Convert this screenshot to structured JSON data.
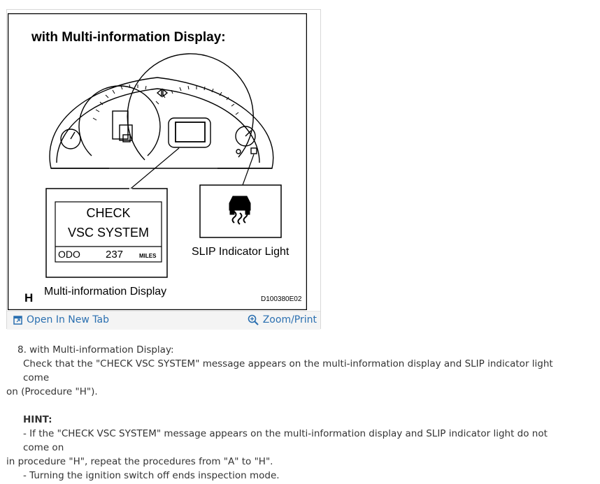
{
  "figure": {
    "heading": "with Multi-information Display:",
    "display": {
      "line1": "CHECK",
      "line2": "VSC SYSTEM",
      "odo_label": "ODO",
      "odo_value": "237",
      "odo_unit": "MILES"
    },
    "callout_display": "Multi-information Display",
    "callout_slip": "SLIP Indicator Light",
    "procedure_letter": "H",
    "figure_code": "D100380E02"
  },
  "toolbar": {
    "open_label": "Open In New Tab",
    "zoom_label": "Zoom/Print",
    "link_color": "#2a6fb0"
  },
  "content": {
    "step_line": "8. with Multi-information Display:",
    "check_line1": "Check that the \"CHECK VSC SYSTEM\" message appears on the multi-information display and SLIP indicator light come",
    "check_line2": "on (Procedure \"H\").",
    "hint_label": "HINT:",
    "hint1_line1": "-  If the \"CHECK VSC SYSTEM\" message appears on the multi-information display and SLIP indicator light do not come on",
    "hint1_line2": "in procedure \"H\", repeat the procedures from \"A\" to \"H\".",
    "hint2_line": "-  Turning the ignition switch off ends inspection mode."
  }
}
